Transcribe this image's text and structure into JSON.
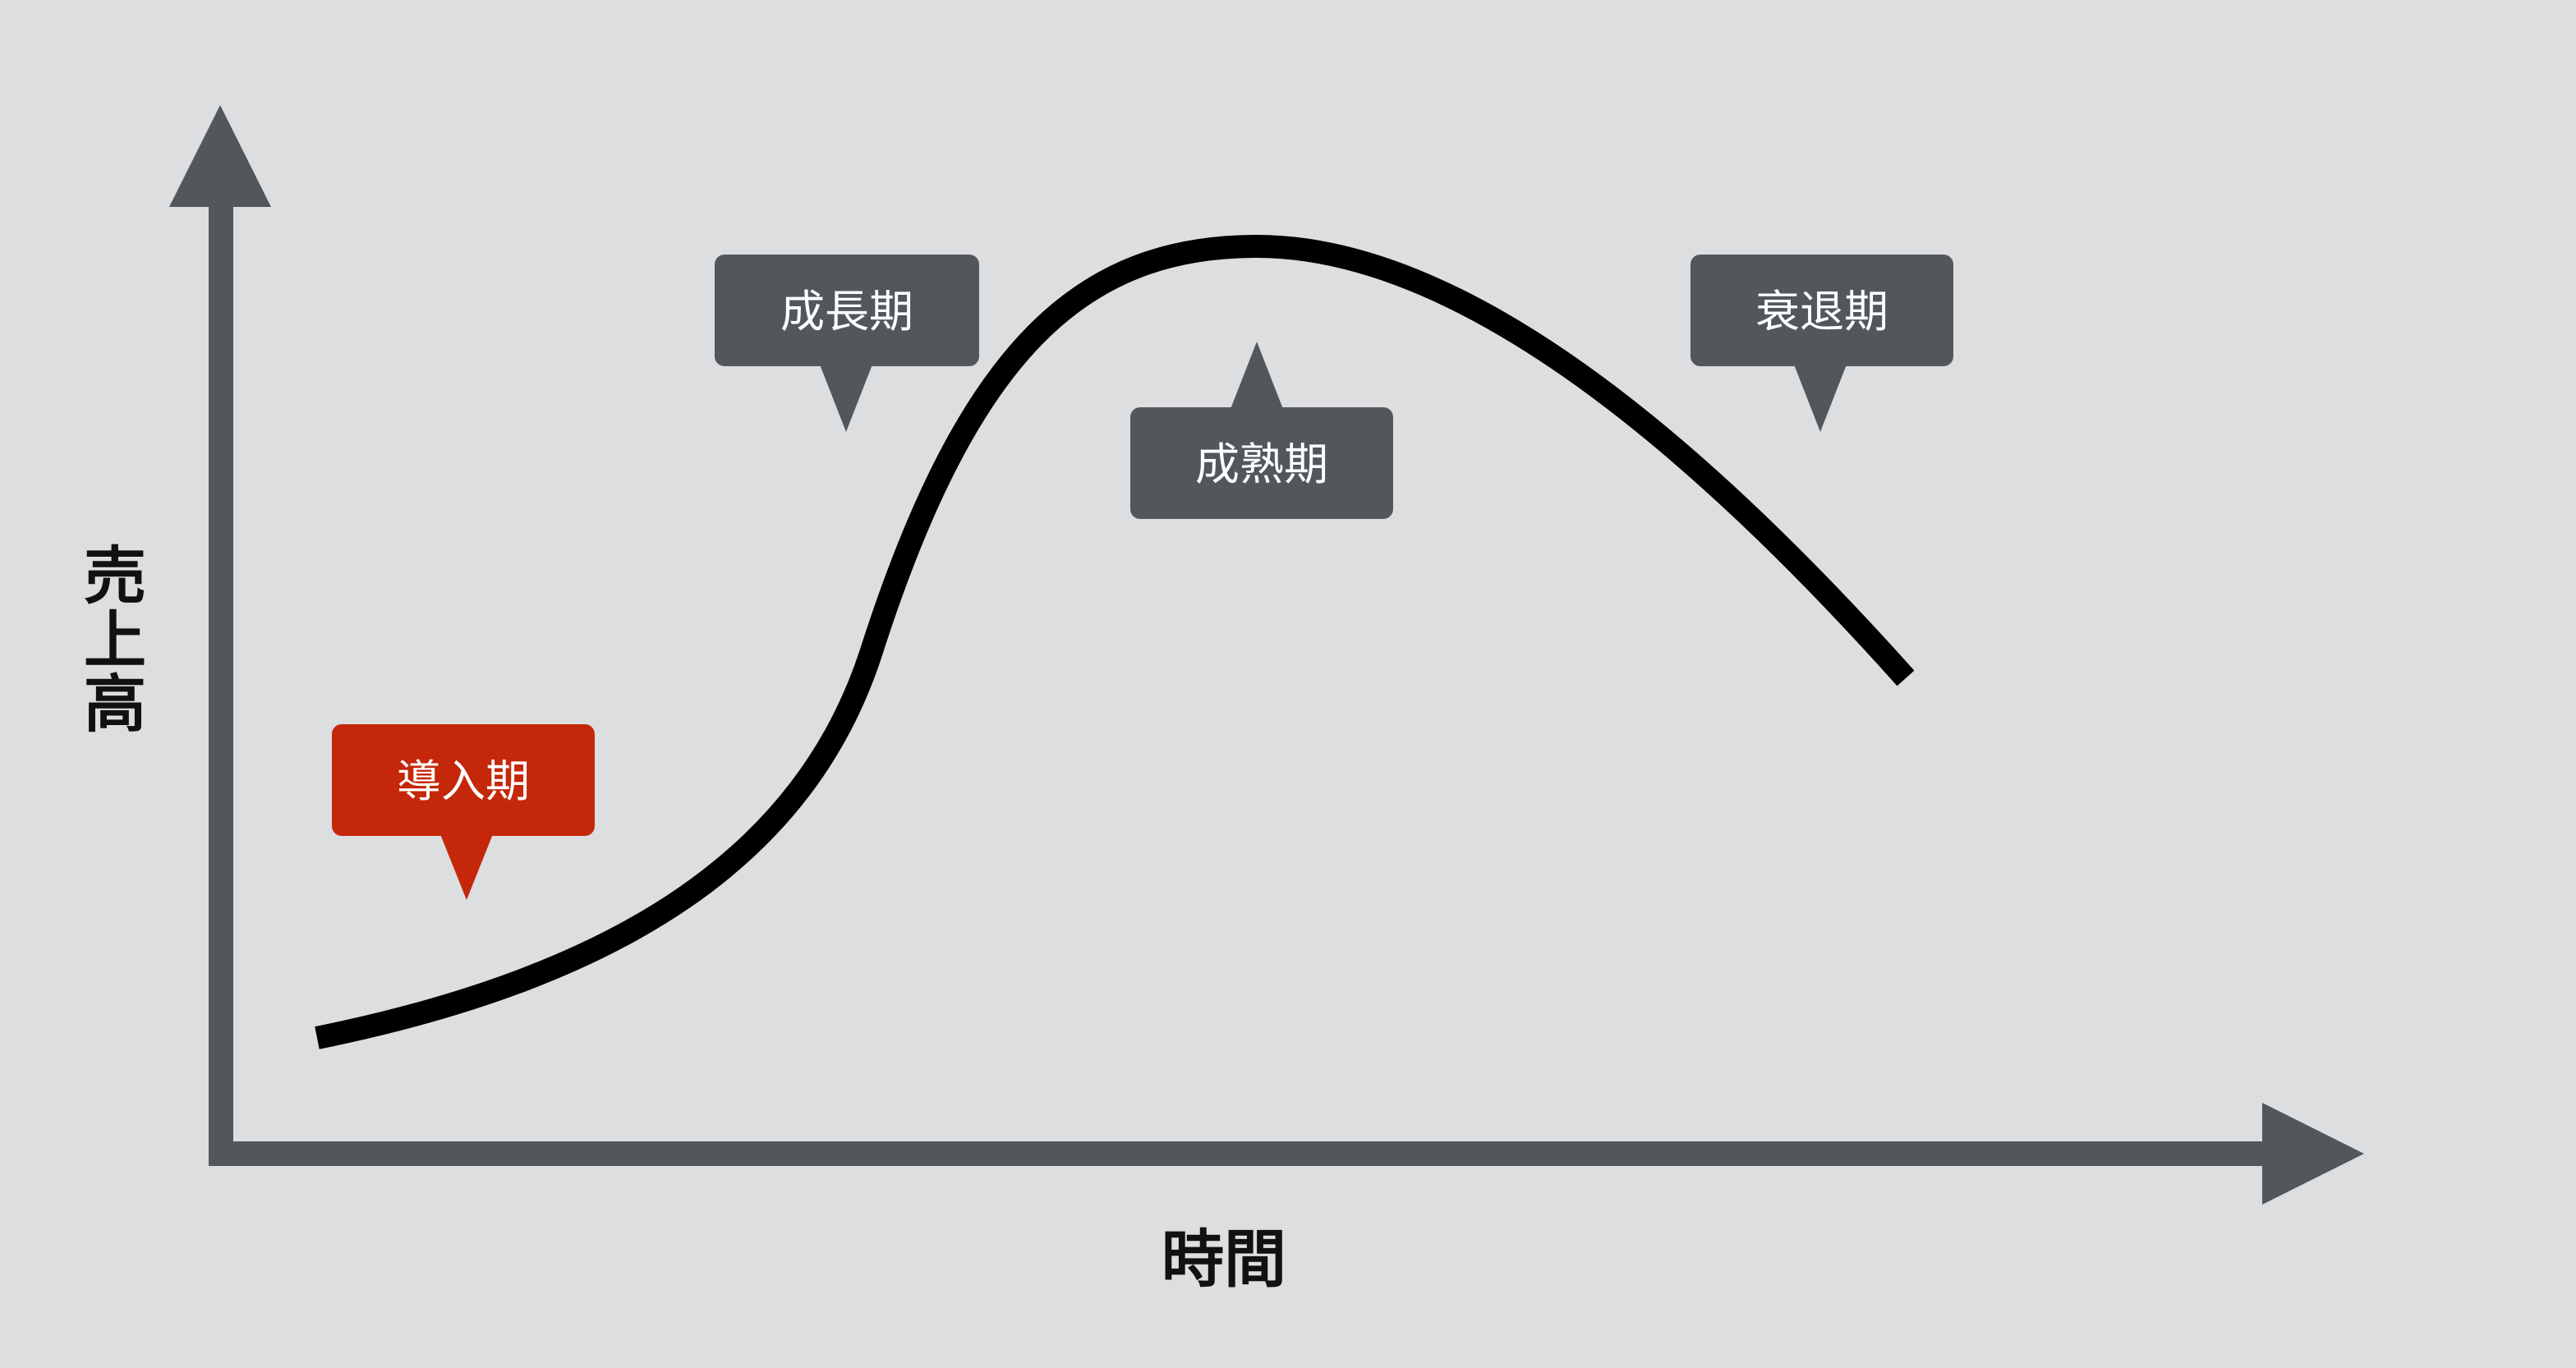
{
  "axes": {
    "y_label_chars": [
      "売",
      "上",
      "高"
    ],
    "x_label": "時間",
    "color": "#52575c"
  },
  "curve": {
    "color": "#000000"
  },
  "callouts": [
    {
      "label": "導入期",
      "color": "#c4270a"
    },
    {
      "label": "成長期",
      "color": "#52575c"
    },
    {
      "label": "成熟期",
      "color": "#52575c"
    },
    {
      "label": "衰退期",
      "color": "#52575c"
    }
  ],
  "background": "#dddee0"
}
